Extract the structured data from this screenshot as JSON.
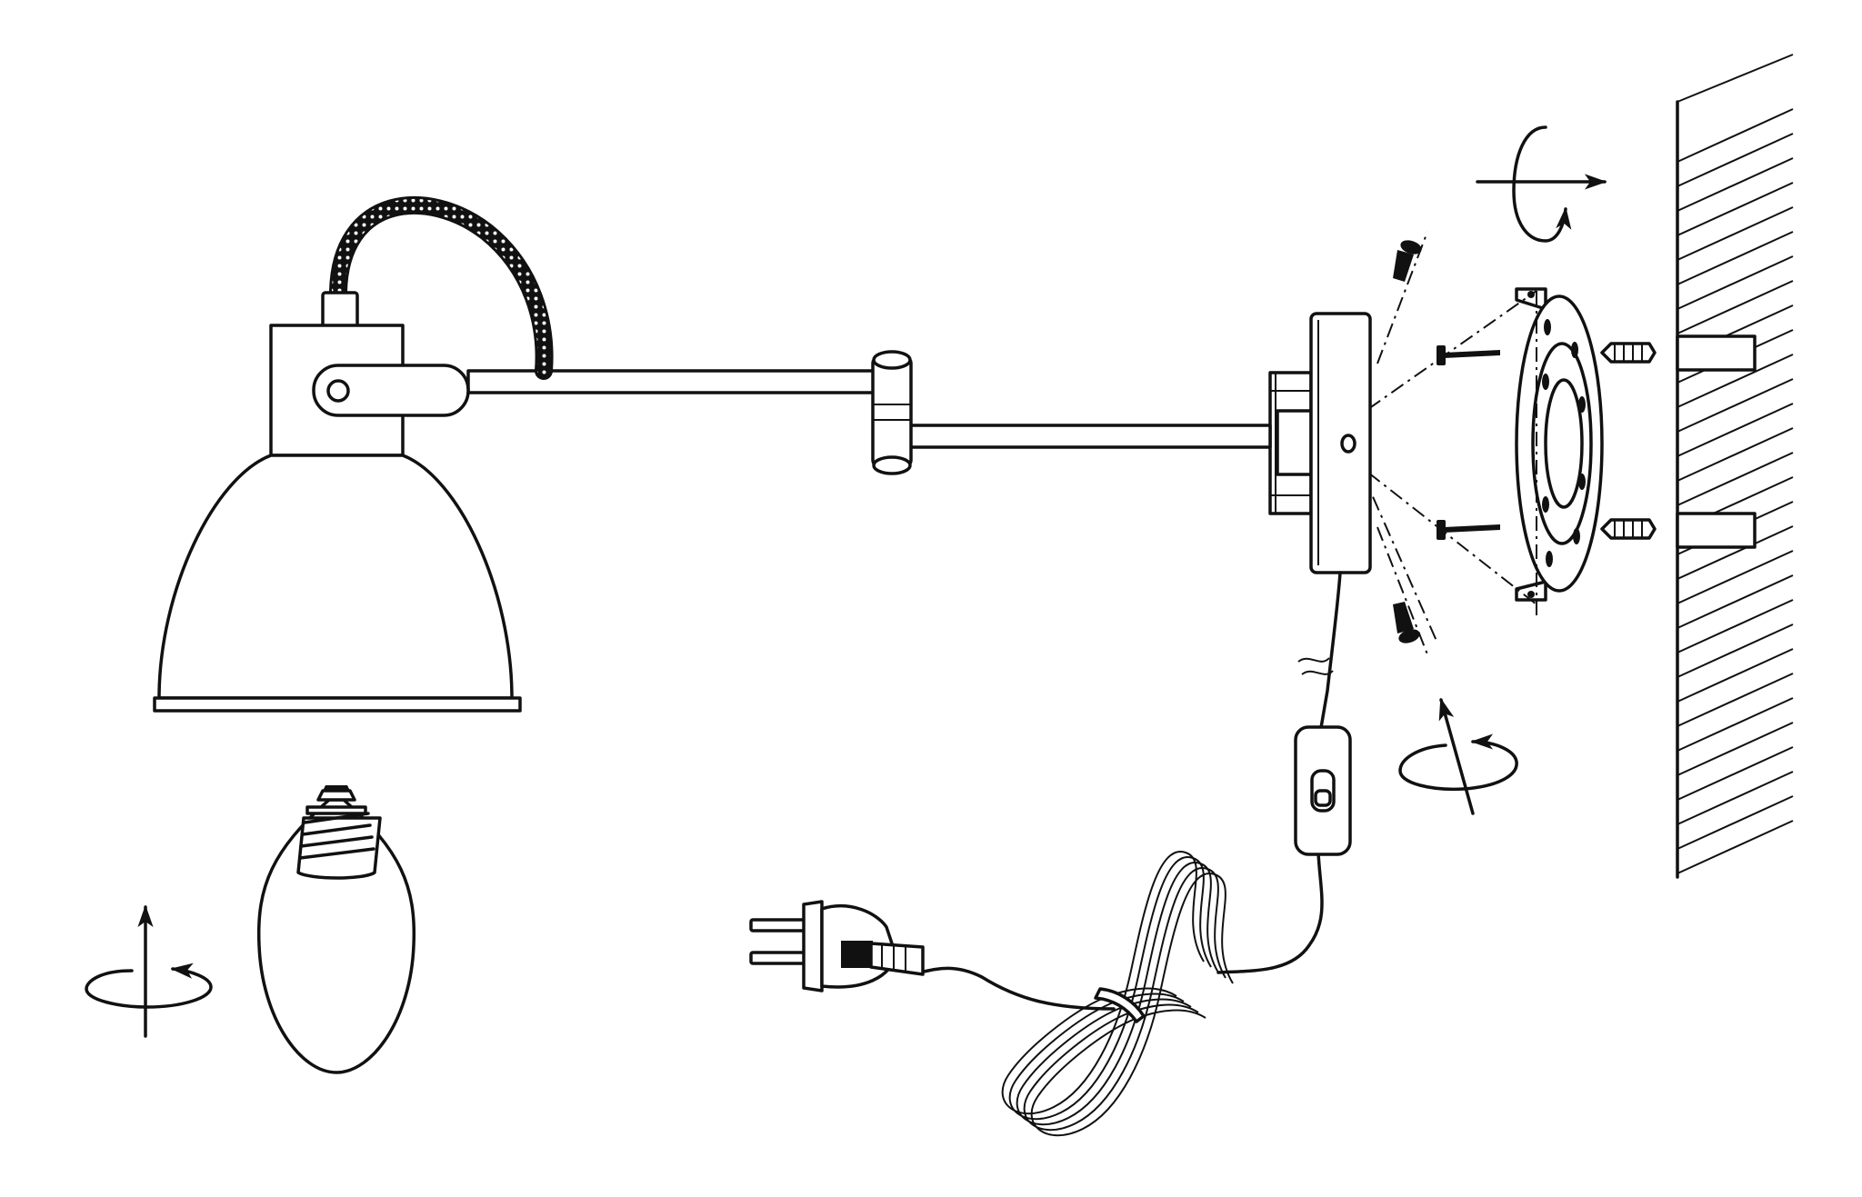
{
  "diagram": {
    "kind": "assembly-instruction",
    "colors": {
      "line": "#111111",
      "background": "#ffffff"
    },
    "parts": [
      "lamp-shade",
      "lamp-head-housing",
      "braided-cable",
      "swing-arm",
      "arm-hinge",
      "wall-mount-base",
      "mounting-plate",
      "screws",
      "wall-plugs",
      "wall",
      "light-bulb",
      "inline-switch",
      "power-cord",
      "plug"
    ],
    "icons": [
      "rotate-clockwise-arrow-icon",
      "rotate-screw-in-arrow-icon",
      "rotate-mount-arrow-icon"
    ]
  }
}
